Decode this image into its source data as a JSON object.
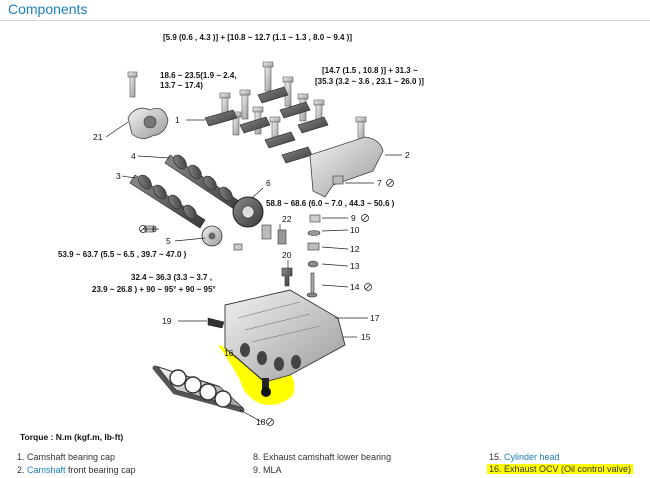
{
  "page": {
    "title": "Components"
  },
  "colors": {
    "accent": "#1a7fbf",
    "highlight": "#ffff00"
  },
  "torque_label": "Torque : N.m (kgf.m, lb-ft)",
  "torque_callouts": {
    "t1": "[5.9  (0.6 , 4.3 )] + [10.8 ~ 12.7  (1.1 ~ 1.3 , 8.0 ~ 9.4 )]",
    "t2a": "[14.7  (1.5 , 10.8 )] + 31.3 ~",
    "t2b": "[35.3  (3.2 ~ 3.6 , 23.1 ~ 26.0 )]",
    "t3a": "18.6 ~ 23.5(1.9 ~ 2.4,",
    "t3b": "13.7 ~ 17.4)",
    "t4": "58.8 ~ 68.6  (6.0 ~ 7.0 , 44.3 ~ 50.6 )",
    "t5": "53.9 ~ 63.7  (5.5 ~ 6.5 , 39.7 ~ 47.0 )",
    "t6a": "32.4 ~ 36.3 (3.3 ~ 3.7 ,",
    "t6b": "23.9 ~ 26.8 ) + 90 ~ 95° + 90 ~ 95°"
  },
  "part_numbers": {
    "n1": "1",
    "n2": "2",
    "n3": "3",
    "n4": "4",
    "n5": "5",
    "n6": "6",
    "n7": "7",
    "n8": "8",
    "n9": "9",
    "n10": "10",
    "n12": "12",
    "n13": "13",
    "n14": "14",
    "n15": "15",
    "n16": "16",
    "n17": "17",
    "n18": "18",
    "n19": "19",
    "n20": "20",
    "n21": "21",
    "n22": "22"
  },
  "legend": {
    "item1": "1. Camshaft bearing cap",
    "item2_prefix": "2. ",
    "item2_link": "Camshaft",
    "item2_suffix": " front bearing cap",
    "item8": "8. Exhaust camshaft lower bearing",
    "item9": "9. MLA",
    "item15_prefix": "15. ",
    "item15_link": "Cylinder head",
    "item16": "16. Exhaust OCV (Oil control valve)"
  }
}
